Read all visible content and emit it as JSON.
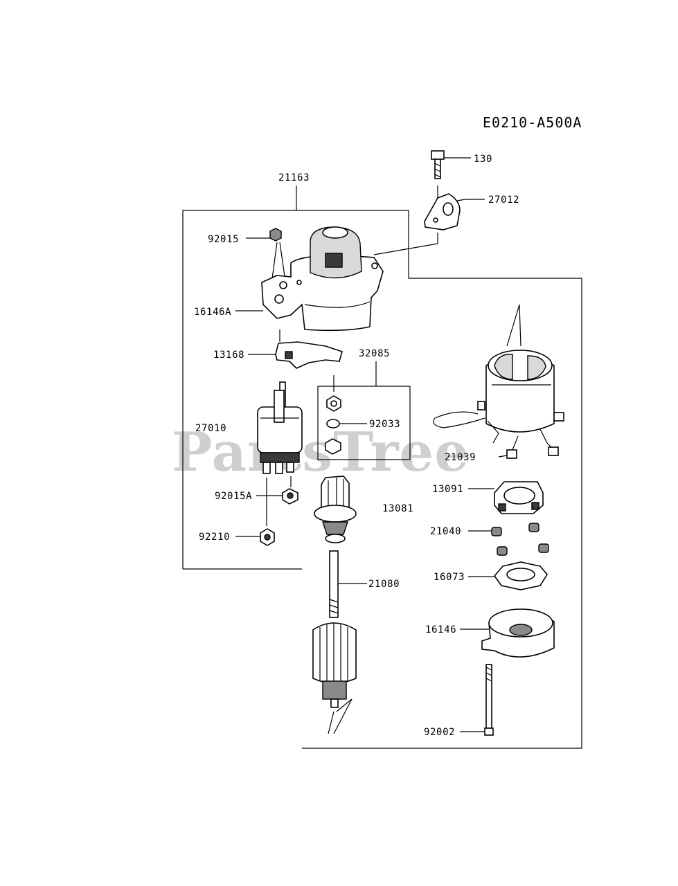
{
  "diagram": {
    "code": "E0210-A500A",
    "watermark": "PartsTree",
    "labels": {
      "p130": "130",
      "p27012": "27012",
      "p21163": "21163",
      "p92015": "92015",
      "p16146A": "16146A",
      "p13168": "13168",
      "p32085": "32085",
      "p27010": "27010",
      "p92033": "92033",
      "p21039": "21039",
      "p13091": "13091",
      "p92015A": "92015A",
      "p13081": "13081",
      "p21040": "21040",
      "p92210": "92210",
      "p16073": "16073",
      "p21080": "21080",
      "p16146": "16146",
      "p92002": "92002"
    }
  }
}
